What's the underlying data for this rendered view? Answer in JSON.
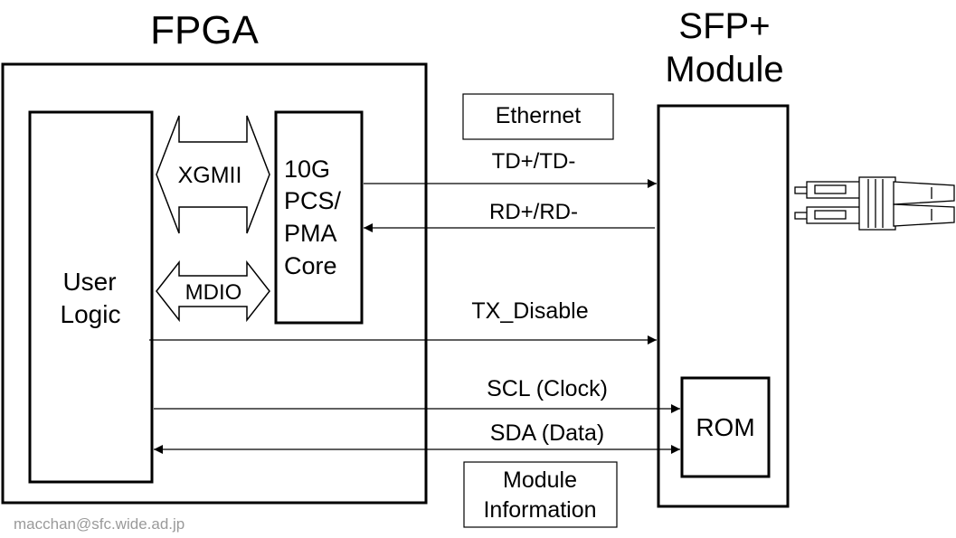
{
  "fpga": {
    "title": "FPGA"
  },
  "sfp": {
    "title_line1": "SFP+",
    "title_line2": "Module"
  },
  "blocks": {
    "user_logic_line1": "User",
    "user_logic_line2": "Logic",
    "pcs_line1": "10G",
    "pcs_line2": "PCS/",
    "pcs_line3": "PMA",
    "pcs_line4": "Core",
    "rom": "ROM"
  },
  "interfaces": {
    "xgmii": "XGMII",
    "mdio": "MDIO"
  },
  "signals": {
    "ethernet_box": "Ethernet",
    "td": "TD+/TD-",
    "rd": "RD+/RD-",
    "tx_disable": "TX_Disable",
    "scl": "SCL (Clock)",
    "sda": "SDA (Data)",
    "module_info_line1": "Module",
    "module_info_line2": "Information"
  },
  "credit": "macchan@sfc.wide.ad.jp",
  "colors": {
    "stroke": "#000000",
    "credit": "#9a9a9a",
    "background": "#ffffff"
  }
}
